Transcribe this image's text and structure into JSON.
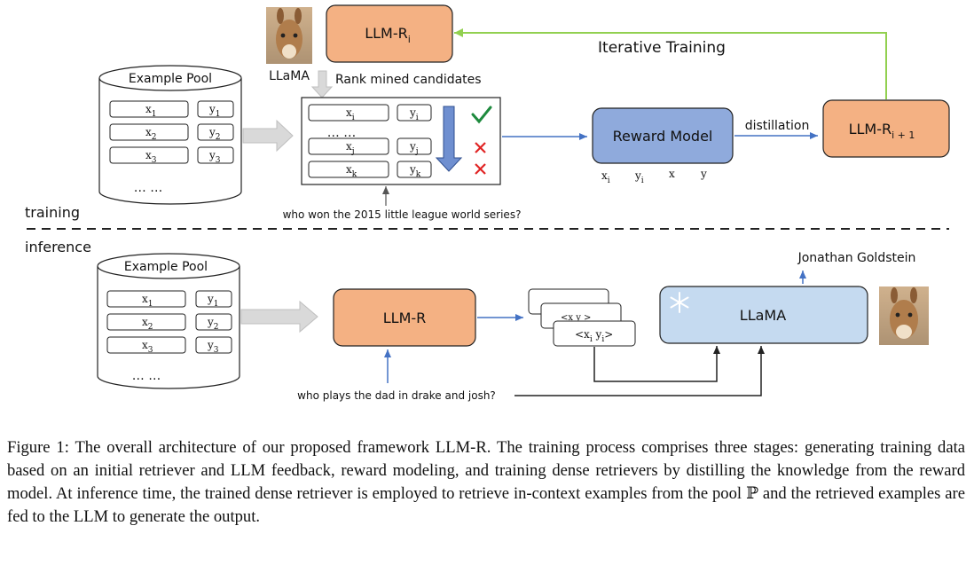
{
  "colors": {
    "llm_box_fill": "#f4b183",
    "reward_box_fill": "#8faadc",
    "llama_box_fill": "#c5daf0",
    "feedback_arrow": "#92d050",
    "flow_arrow": "#4472c4",
    "block_arrow_fill": "#d9d9d9",
    "check": "#1e8a3e",
    "cross": "#e02424"
  },
  "icons": {
    "llama_top": "llama-photo-icon",
    "llama_bottom": "llama-photo-icon",
    "frozen": "snowflake-icon",
    "positive": "checkmark-icon",
    "negative": "cross-icon"
  },
  "sections": {
    "training": "training",
    "inference": "inference"
  },
  "training": {
    "example_pool_title": "Example Pool",
    "pool_rows": [
      {
        "x": "x",
        "x_sub": "1",
        "y": "y",
        "y_sub": "1"
      },
      {
        "x": "x",
        "x_sub": "2",
        "y": "y",
        "y_sub": "2"
      },
      {
        "x": "x",
        "x_sub": "3",
        "y": "y",
        "y_sub": "3"
      }
    ],
    "pool_ellipsis": "… …",
    "llm_ri": "LLM-R",
    "llm_ri_sub": "i",
    "llama_label": "LLaMA",
    "rank_label": "Rank mined candidates",
    "candidates": [
      {
        "x": "x",
        "x_sub": "i",
        "y": "y",
        "y_sub": "i"
      },
      {
        "x": "x",
        "x_sub": "j",
        "y": "y",
        "y_sub": "j"
      },
      {
        "x": "x",
        "x_sub": "k",
        "y": "y",
        "y_sub": "k"
      }
    ],
    "candidates_ellipsis": "… …",
    "question": "who won the 2015 little league world series?",
    "reward_model": "Reward Model",
    "reward_inputs": [
      {
        "t": "x",
        "sub": "i"
      },
      {
        "t": "y",
        "sub": "i"
      },
      {
        "t": "x",
        "sub": ""
      },
      {
        "t": "y",
        "sub": ""
      }
    ],
    "distillation": "distillation",
    "llm_ri1": "LLM-R",
    "llm_ri1_sub": "i + 1",
    "iterative_training": "Iterative Training"
  },
  "inference": {
    "example_pool_title": "Example Pool",
    "pool_rows": [
      {
        "x": "x",
        "x_sub": "1",
        "y": "y",
        "y_sub": "1"
      },
      {
        "x": "x",
        "x_sub": "2",
        "y": "y",
        "y_sub": "2"
      },
      {
        "x": "x",
        "x_sub": "3",
        "y": "y",
        "y_sub": "3"
      }
    ],
    "pool_ellipsis": "… …",
    "llm_r": "LLM-R",
    "retrieved_partial": "<x  y >",
    "retrieved_front": "<x",
    "retrieved_front_sub1": "i",
    "retrieved_front_mid": " y",
    "retrieved_front_sub2": "i",
    "retrieved_front_end": ">",
    "llama": "LLaMA",
    "output": "Jonathan Goldstein",
    "question": "who plays the dad in drake and josh?"
  },
  "caption": "Figure 1: The overall architecture of our proposed framework LLM-R. The training process comprises three stages: generating training data based on an initial retriever and LLM feedback, reward modeling, and training dense retrievers by distilling the knowledge from the reward model. At inference time, the trained dense retriever is employed to retrieve in-context examples from the pool ℙ and the retrieved examples are fed to the LLM to generate the output."
}
